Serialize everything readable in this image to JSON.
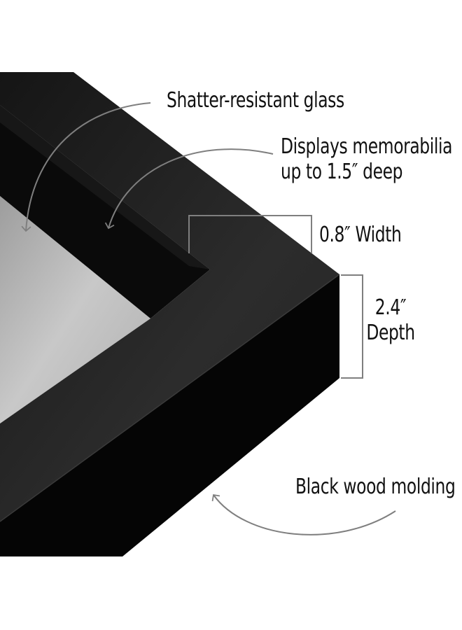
{
  "product_type": "shadow box frame corner detail",
  "colors": {
    "background": "#ffffff",
    "frame_face": "#2a2a2a",
    "frame_side": "#050505",
    "inner_wall": "#0c0c0c",
    "backing": "#bdbdbd",
    "callout_line": "#7f7f7f",
    "text": "#111111"
  },
  "callouts": {
    "glass": {
      "text": "Shatter-resistant glass"
    },
    "depth_capacity": {
      "line1": "Displays memorabilia",
      "line2": "up to 1.5″ deep"
    },
    "width": {
      "text": "0.8″ Width"
    },
    "depth": {
      "line1": "2.4″",
      "line2": "Depth"
    },
    "molding": {
      "text": "Black wood molding"
    }
  }
}
